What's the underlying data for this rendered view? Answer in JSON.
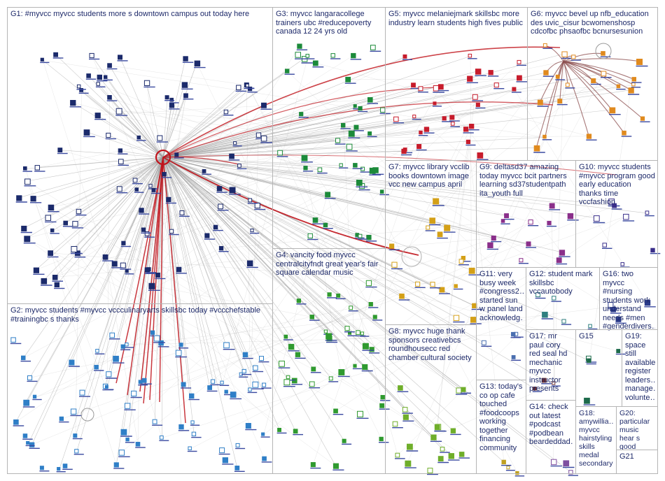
{
  "groups": [
    {
      "id": "G1",
      "label": "G1: #myvcc myvcc students more s downtown campus out today here"
    },
    {
      "id": "G2",
      "label": "G2: myvcc students #myvcc vccculinaryarts skillsbc today #vccchefstable #trainingbc s thanks"
    },
    {
      "id": "G3",
      "label": "G3: myvcc langaracollege trainers ubc #reducepoverty canada 12 24 yrs old"
    },
    {
      "id": "G4",
      "label": "G4: vancity food myvcc centralcityfndt great year's fair square calendar music"
    },
    {
      "id": "G5",
      "label": "G5: myvcc melaniejmark skillsbc more industry learn students high fives public"
    },
    {
      "id": "G6",
      "label": "G6: myvcc bevel up nfb_education des uvic_cisur bcwomenshosp cdcofbc phsaofbc bcnursesunion"
    },
    {
      "id": "G7",
      "label": "G7: myvcc library vcclib books downtown image vcc new campus april"
    },
    {
      "id": "G8",
      "label": "G8: myvcc huge thank sponsors creativebcs roundhousecc red chamber cultural society"
    },
    {
      "id": "G9",
      "label": "G9: deltasd37 amazing today myvcc bcit partners learning sd37studentpath ita_youth full"
    },
    {
      "id": "G10",
      "label": "G10: myvcc students #myvcc program good early education thanks time vccfashion"
    },
    {
      "id": "G11",
      "label": "G11: very busy week #congress2… started sun w panel land acknowledg…"
    },
    {
      "id": "G12",
      "label": "G12: student mark skillsbc vccautobody"
    },
    {
      "id": "G13",
      "label": "G13: today's co op cafe touched #foodcoops working together financing community"
    },
    {
      "id": "G14",
      "label": "G14: check out latest #podcast #podbean beardeddad…"
    },
    {
      "id": "G15",
      "label": "G15"
    },
    {
      "id": "G16",
      "label": "G16: two myvcc #nursing students work understand needs #men #genderdivers…"
    },
    {
      "id": "G17",
      "label": "G17: mr paul cory red seal hd mechanic myvcc instructor presents"
    },
    {
      "id": "G18",
      "label": "G18: amywillia… myvcc hairstyling skills medal secondary"
    },
    {
      "id": "G19",
      "label": "G19: space still available register leaders… manage… volunte…"
    },
    {
      "id": "G20",
      "label": "G20: particular music hear s good"
    },
    {
      "id": "G21",
      "label": "G21"
    }
  ],
  "colors": {
    "background": "#ffffff",
    "box_border": "#b5b5b5",
    "label_text": "#1e2a6a",
    "edge_gray": "#9a9a9a",
    "edge_red": "#c0141c",
    "edge_brown": "#8a4b4b",
    "g1_nodes": "#1b2a6b",
    "g2_nodes": "#2f7fc7",
    "g3_nodes": "#1c8a3a",
    "g4_nodes": "#2f9a2f",
    "g5_nodes": "#c71c2c",
    "g6_nodes": "#e08a1e",
    "g7_nodes": "#d4a017",
    "g8_nodes": "#6fae2a",
    "g9_nodes": "#8a2f8a",
    "g10_nodes": "#3a2f8a"
  }
}
